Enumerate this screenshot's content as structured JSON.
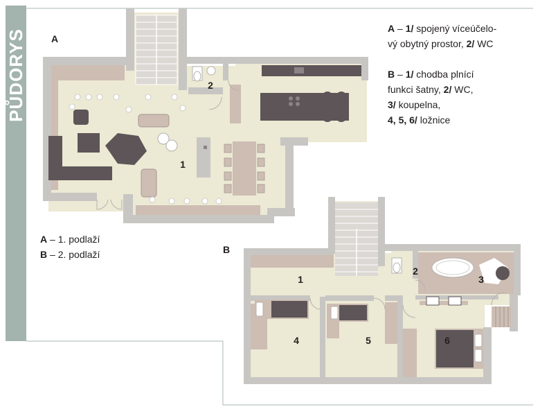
{
  "side_label": "PŮDORYS",
  "plan_a_label": "A",
  "plan_b_label": "B",
  "legend_a": {
    "key": "A",
    "l1_num": "1/",
    "l1_text": "spojený víceúčelo-",
    "l2_text": "vý obytný prostor,",
    "l2_num": "2/",
    "l2_end": "WC"
  },
  "legend_b": {
    "key": "B",
    "l1_num": "1/",
    "l1_text": "chodba plnící",
    "l2_text": "funkci šatny,",
    "l2_num": "2/",
    "l2_end": "WC,",
    "l3_num": "3/",
    "l3_text": "koupelna,",
    "l4_num": "4, 5, 6/",
    "l4_text": "ložnice"
  },
  "floors": {
    "a_key": "A",
    "a_text": "– 1. podlaží",
    "b_key": "B",
    "b_text": "– 2. podlaží"
  },
  "rooms": {
    "a1": "1",
    "a2": "2",
    "b1": "1",
    "b2": "2",
    "b3": "3",
    "b4": "4",
    "b5": "5",
    "b6": "6"
  },
  "colors": {
    "floor": "#ece9d4",
    "wall": "#c8c6c3",
    "wall_dark": "#a9a7a4",
    "furniture_taupe": "#cdbdb3",
    "furniture_dark": "#5d5557",
    "accent_green": "#a3b3ae"
  }
}
